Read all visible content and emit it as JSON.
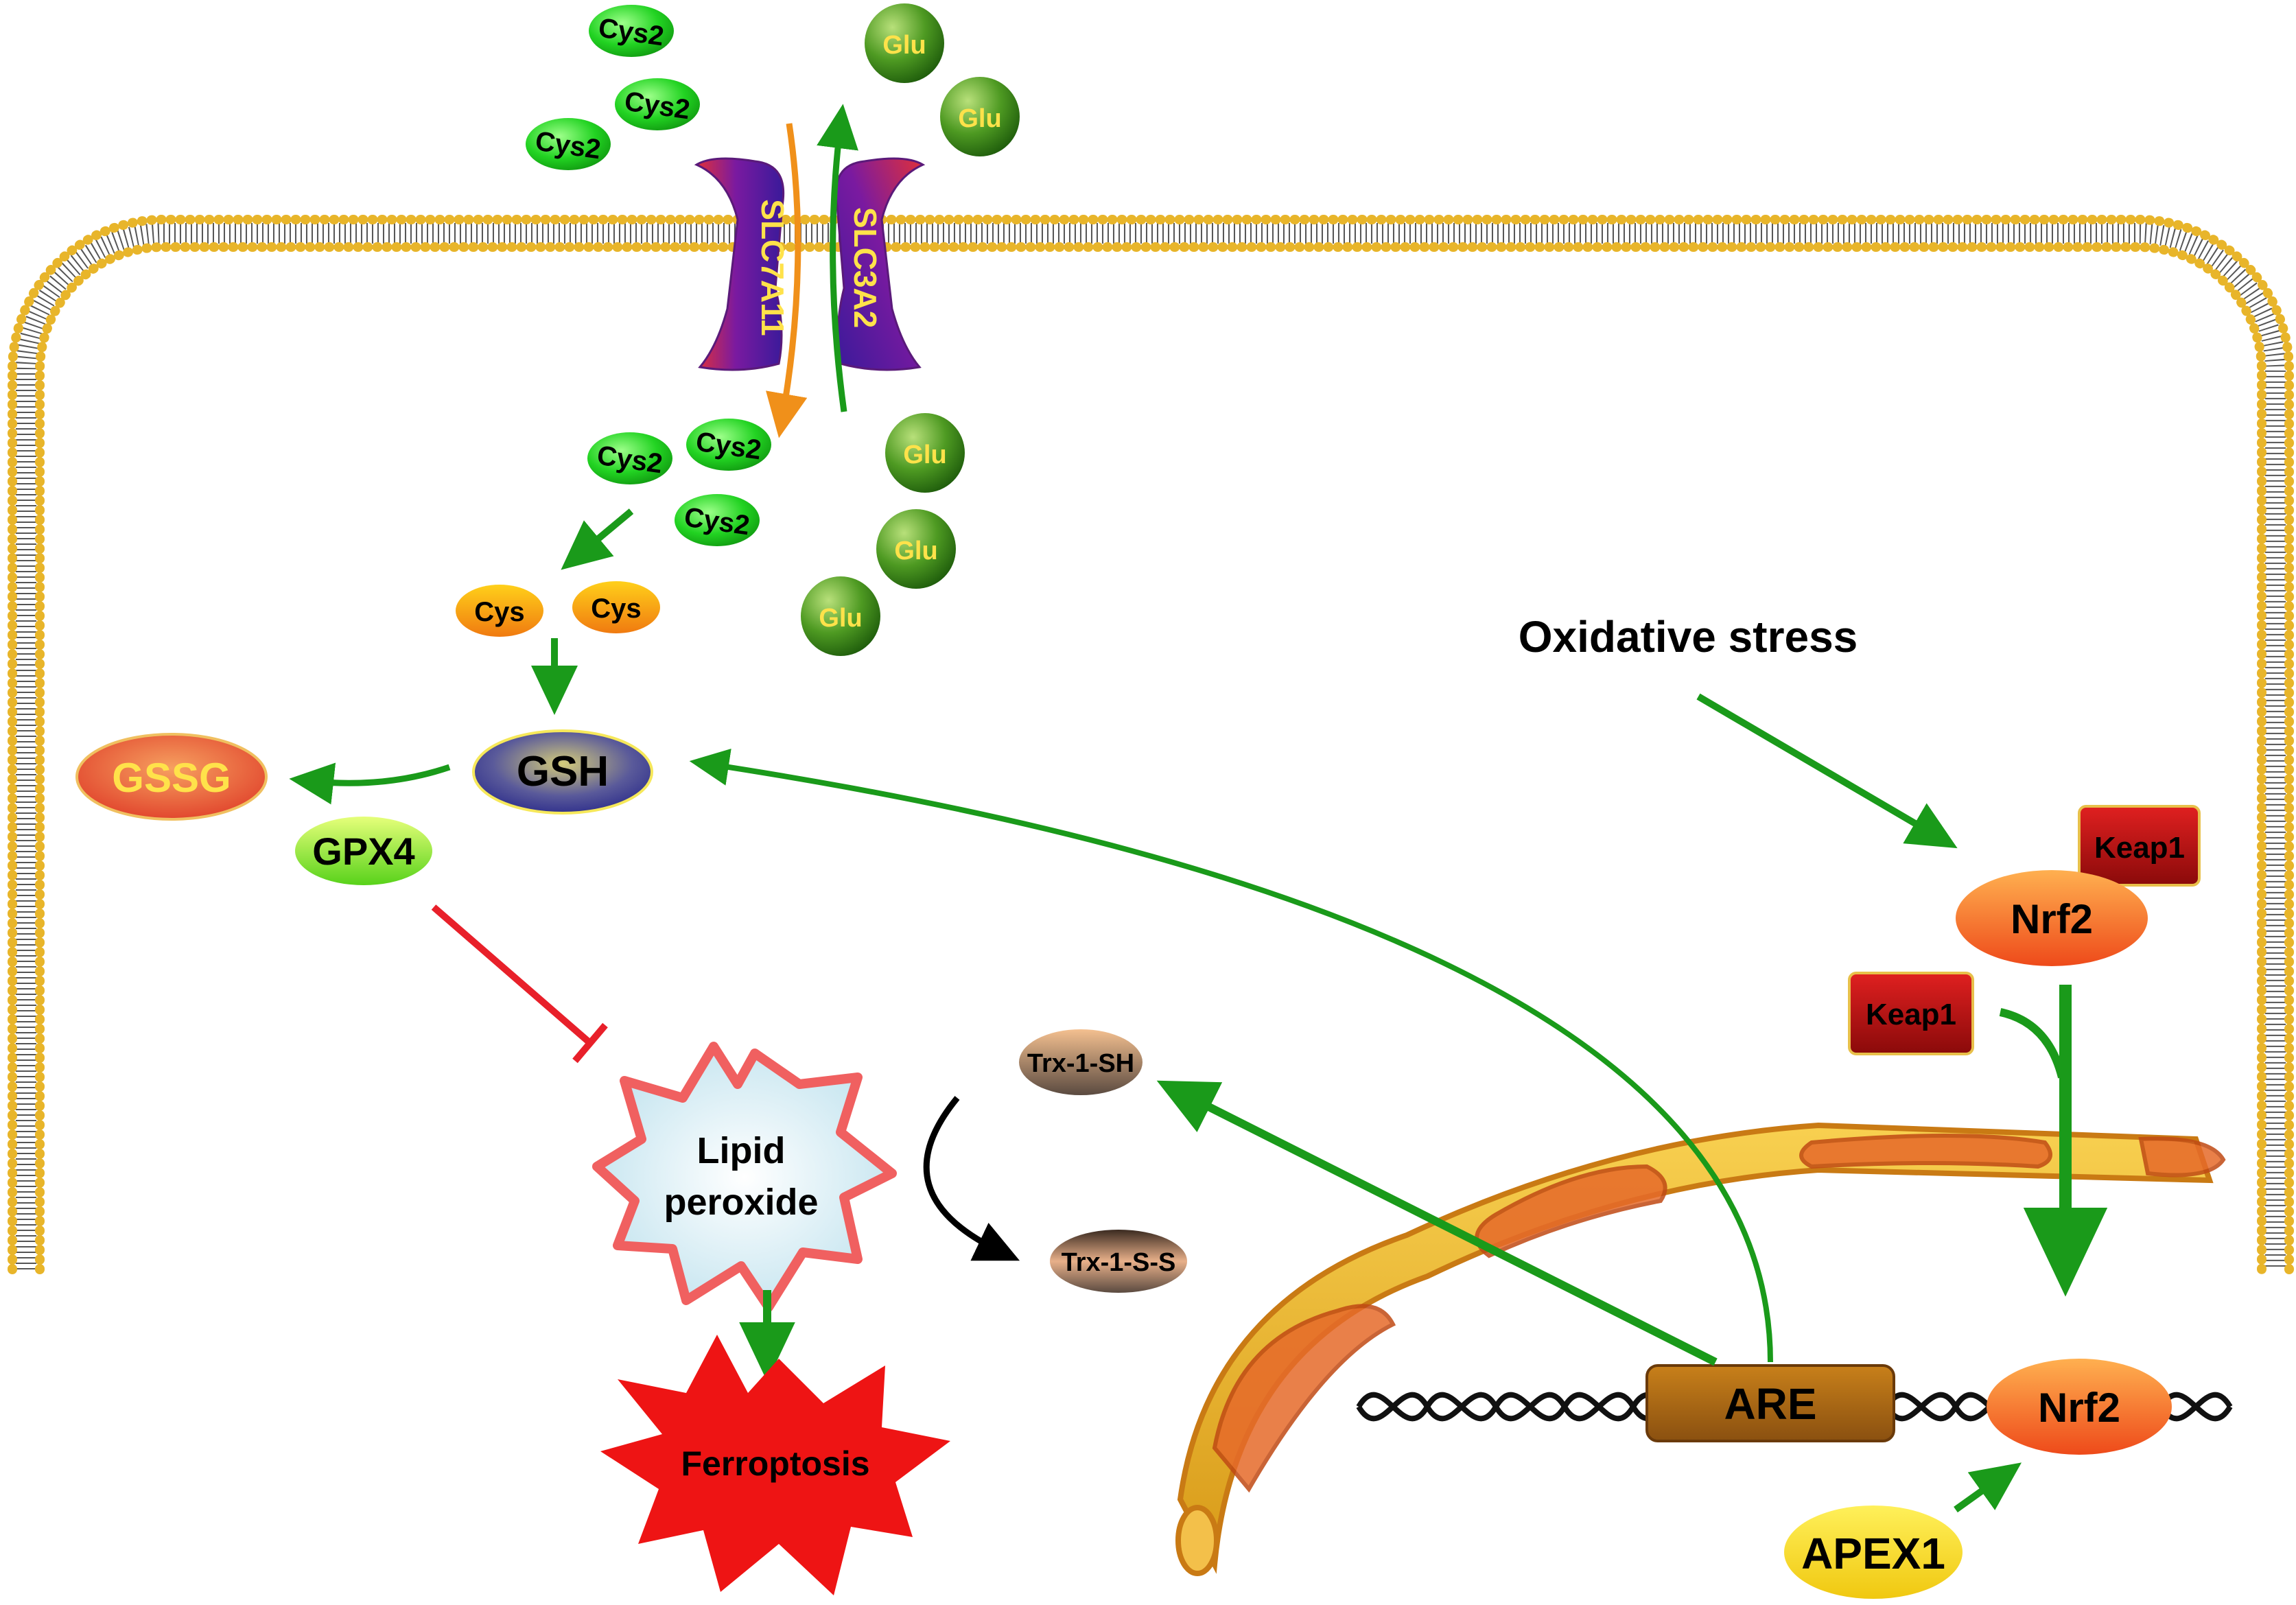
{
  "labels": {
    "cys2": "Cys2",
    "glu": "Glu",
    "cys": "Cys",
    "slc7a11": "SLC7A11",
    "slc3a2": "SLC3A2",
    "gsh": "GSH",
    "gssg": "GSSG",
    "gpx4": "GPX4",
    "lipid_line1": "Lipid",
    "lipid_line2": "peroxide",
    "ferroptosis": "Ferroptosis",
    "trx_sh": "Trx-1-SH",
    "trx_ss": "Trx-1-S-S",
    "oxidative_stress": "Oxidative stress",
    "keap1": "Keap1",
    "nrf2": "Nrf2",
    "are": "ARE",
    "apex1": "APEX1"
  },
  "colors": {
    "activation_arrow": "#1a9a1a",
    "inhibition": "#e8202a",
    "membrane_head": "#e8b52a",
    "cys2": "#1fd21f",
    "glu": "#3a8a1a",
    "keap1": "#b01010",
    "nrf2": "#f06a28",
    "ferroptosis": "#ee1414",
    "are": "#b06a14"
  }
}
